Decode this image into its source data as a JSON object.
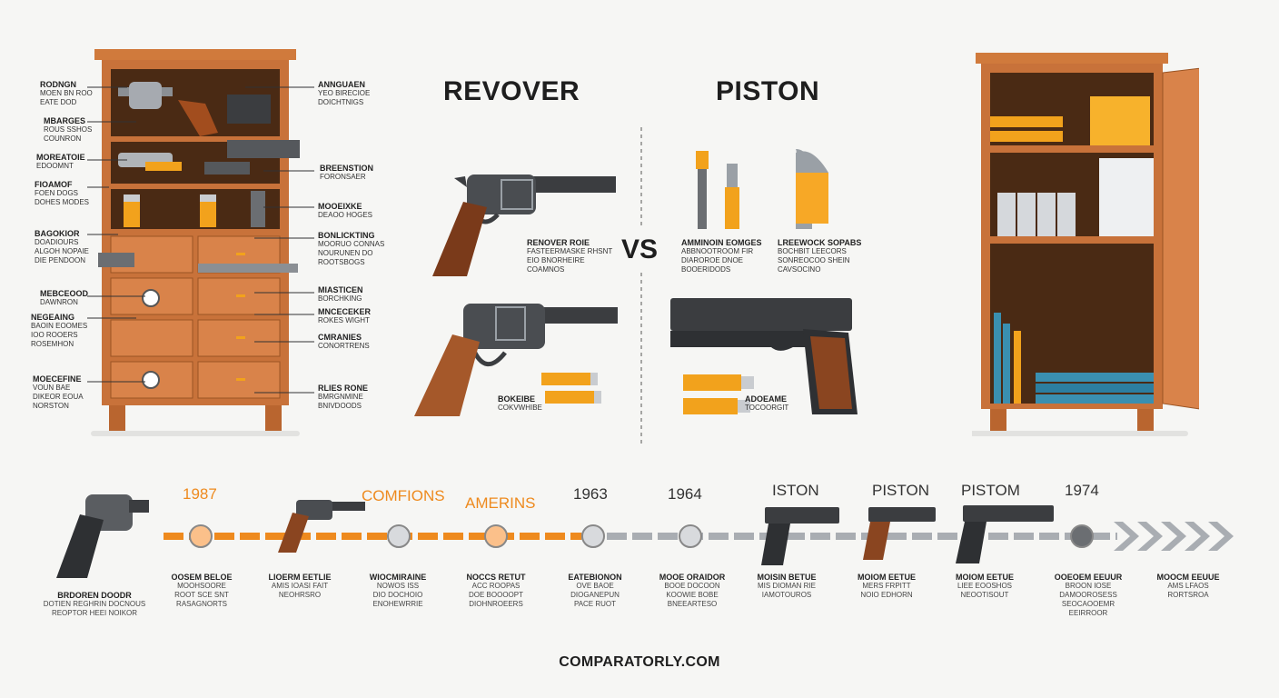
{
  "headings": {
    "left": "REVOVER",
    "right": "PISTON",
    "vs": "VS"
  },
  "footer": "COMPARATORLY.COM",
  "left_cabinet_labels": [
    {
      "title": "RODNGN",
      "lines": [
        "MOEN BN ROO",
        "EATE DOD"
      ]
    },
    {
      "title": "MBARGES",
      "lines": [
        "ROUS SSHOS",
        "COUNRON"
      ]
    },
    {
      "title": "MOREATOIE",
      "lines": [
        "EDOOMNT"
      ]
    },
    {
      "title": "FIOAMOF",
      "lines": [
        "FOEN DOGS",
        "DOHES MODES"
      ]
    },
    {
      "title": "BAGOKIOR",
      "lines": [
        "DOADIOURS",
        "ALGOH NOPAIE",
        "DIE PENDOON"
      ]
    },
    {
      "title": "MEBCEOOD",
      "lines": [
        "DAWNRON"
      ]
    },
    {
      "title": "NEGEAING",
      "lines": [
        "BAOIN EOOMES",
        "IOO ROOERS",
        "ROSEMHON"
      ]
    },
    {
      "title": "MOECEFINE",
      "lines": [
        "VOUN BAE",
        "DIKEOR EOUA",
        "NORSTON"
      ]
    }
  ],
  "right_cabinet_labels": [
    {
      "title": "ANNGUAEN",
      "lines": [
        "YEO BIRECIOE",
        "DOICHTNIGS"
      ]
    },
    {
      "title": "BREENSTION",
      "lines": [
        "FORONSAER"
      ]
    },
    {
      "title": "MOOEIXKE",
      "lines": [
        "DEAOO HOGES"
      ]
    },
    {
      "title": "BONLICKTING",
      "lines": [
        "MOORUO CONNAS",
        "NOURUNEN DO",
        "ROOTSBOGS"
      ]
    },
    {
      "title": "MIASTICEN",
      "lines": [
        "BORCHKING"
      ]
    },
    {
      "title": "MNCECEKER",
      "lines": [
        "ROKES WIGHT"
      ]
    },
    {
      "title": "CMRANIES",
      "lines": [
        "CONORTRENS"
      ]
    },
    {
      "title": "RLIES RONE",
      "lines": [
        "BMRGNMINE",
        "BNIVDOODS"
      ]
    }
  ],
  "revolver_labels": [
    {
      "title": "RENOVER ROIE",
      "lines": [
        "FASTEERMASKE RHSNT",
        "EIO BNORHEIRE",
        "COAMNOS"
      ]
    },
    {
      "title": "BOKEIBE",
      "lines": [
        "COKVWHIBE"
      ]
    }
  ],
  "piston_labels": [
    {
      "title": "AMMINOIN EOMGES",
      "lines": [
        "ABBNOOTROOM FIR",
        "DIAROROE DNOE",
        "BOOERIDODS"
      ]
    },
    {
      "title": "LREEWOCK SOPABS",
      "lines": [
        "BOCHBIT LEECORS",
        "SONREOCOO SHEIN",
        "CAVSOCINO"
      ]
    },
    {
      "title": "ADOEAME",
      "lines": [
        "TOCOORGIT"
      ]
    }
  ],
  "timeline": [
    {
      "year": "1987",
      "year_color": "orange",
      "title": "OOSEM BELOE",
      "lines": [
        "MOOHSOORE",
        "ROOT SCE SNT",
        "RASAGNORTS"
      ]
    },
    {
      "year": "COMFIONS",
      "year_color": "orange",
      "title": "LIOERM EETLIE",
      "lines": [
        "AMIS IOASI FAIT",
        "NEOHRSRO"
      ]
    },
    {
      "year": "",
      "year_color": "",
      "title": "WIOCMIRAINE",
      "lines": [
        "NOWOS ISS",
        "DIO DOCHOIO",
        "ENOHEWRRIE"
      ]
    },
    {
      "year": "AMERINS",
      "year_color": "orange",
      "title": "NOCCS RETUT",
      "lines": [
        "ACC ROOPAS",
        "DOE BOOOOPT",
        "DIOHNROEERS"
      ]
    },
    {
      "year": "1963",
      "year_color": "dark",
      "title": "EATEBIONON",
      "lines": [
        "OVE BAOE",
        "DIOGANEPUN",
        "PACE RUOT"
      ]
    },
    {
      "year": "1964",
      "year_color": "dark",
      "title": "MOOE ORAIDOR",
      "lines": [
        "BOOE DOCOON",
        "KOOWIE BOBE",
        "BNEEARTESO"
      ]
    },
    {
      "year": "ISTON",
      "year_color": "dark",
      "title": "MOISIN BETUE",
      "lines": [
        "MIS DIOMAN RIE",
        "IAMOTOUROS"
      ]
    },
    {
      "year": "PISTON",
      "year_color": "dark",
      "title": "MOIOM EETUE",
      "lines": [
        "MERS FRPITT",
        "NOIO EDHORN"
      ]
    },
    {
      "year": "PISTOM",
      "year_color": "dark",
      "title": "MOIOM EETUE",
      "lines": [
        "LIEE EOOSHOS",
        "NEOOTISOUT"
      ]
    },
    {
      "year": "1974",
      "year_color": "dark",
      "title": "OOEOEM EEUUR",
      "lines": [
        "BROON IOSE",
        "DAMOOROSESS",
        "SEOCAOOEMR",
        "EEIRROOR"
      ]
    },
    {
      "year": "",
      "year_color": "",
      "title": "MOOCM EEUUE",
      "lines": [
        "AMS LFAOS",
        "RORTSROA"
      ]
    }
  ],
  "timeline_first": {
    "title": "BRDOREN DOODR",
    "lines": [
      "DOTIEN REGHRIN DOCNOUS",
      "REOPTOR HEEI NOIKOR"
    ]
  },
  "colors": {
    "orange": "#ee8a1e",
    "wood": "#c8723a",
    "wood_dark": "#9a5424",
    "gun_dark": "#3b3d40",
    "grip": "#8a4520",
    "grey": "#a9adb2"
  }
}
